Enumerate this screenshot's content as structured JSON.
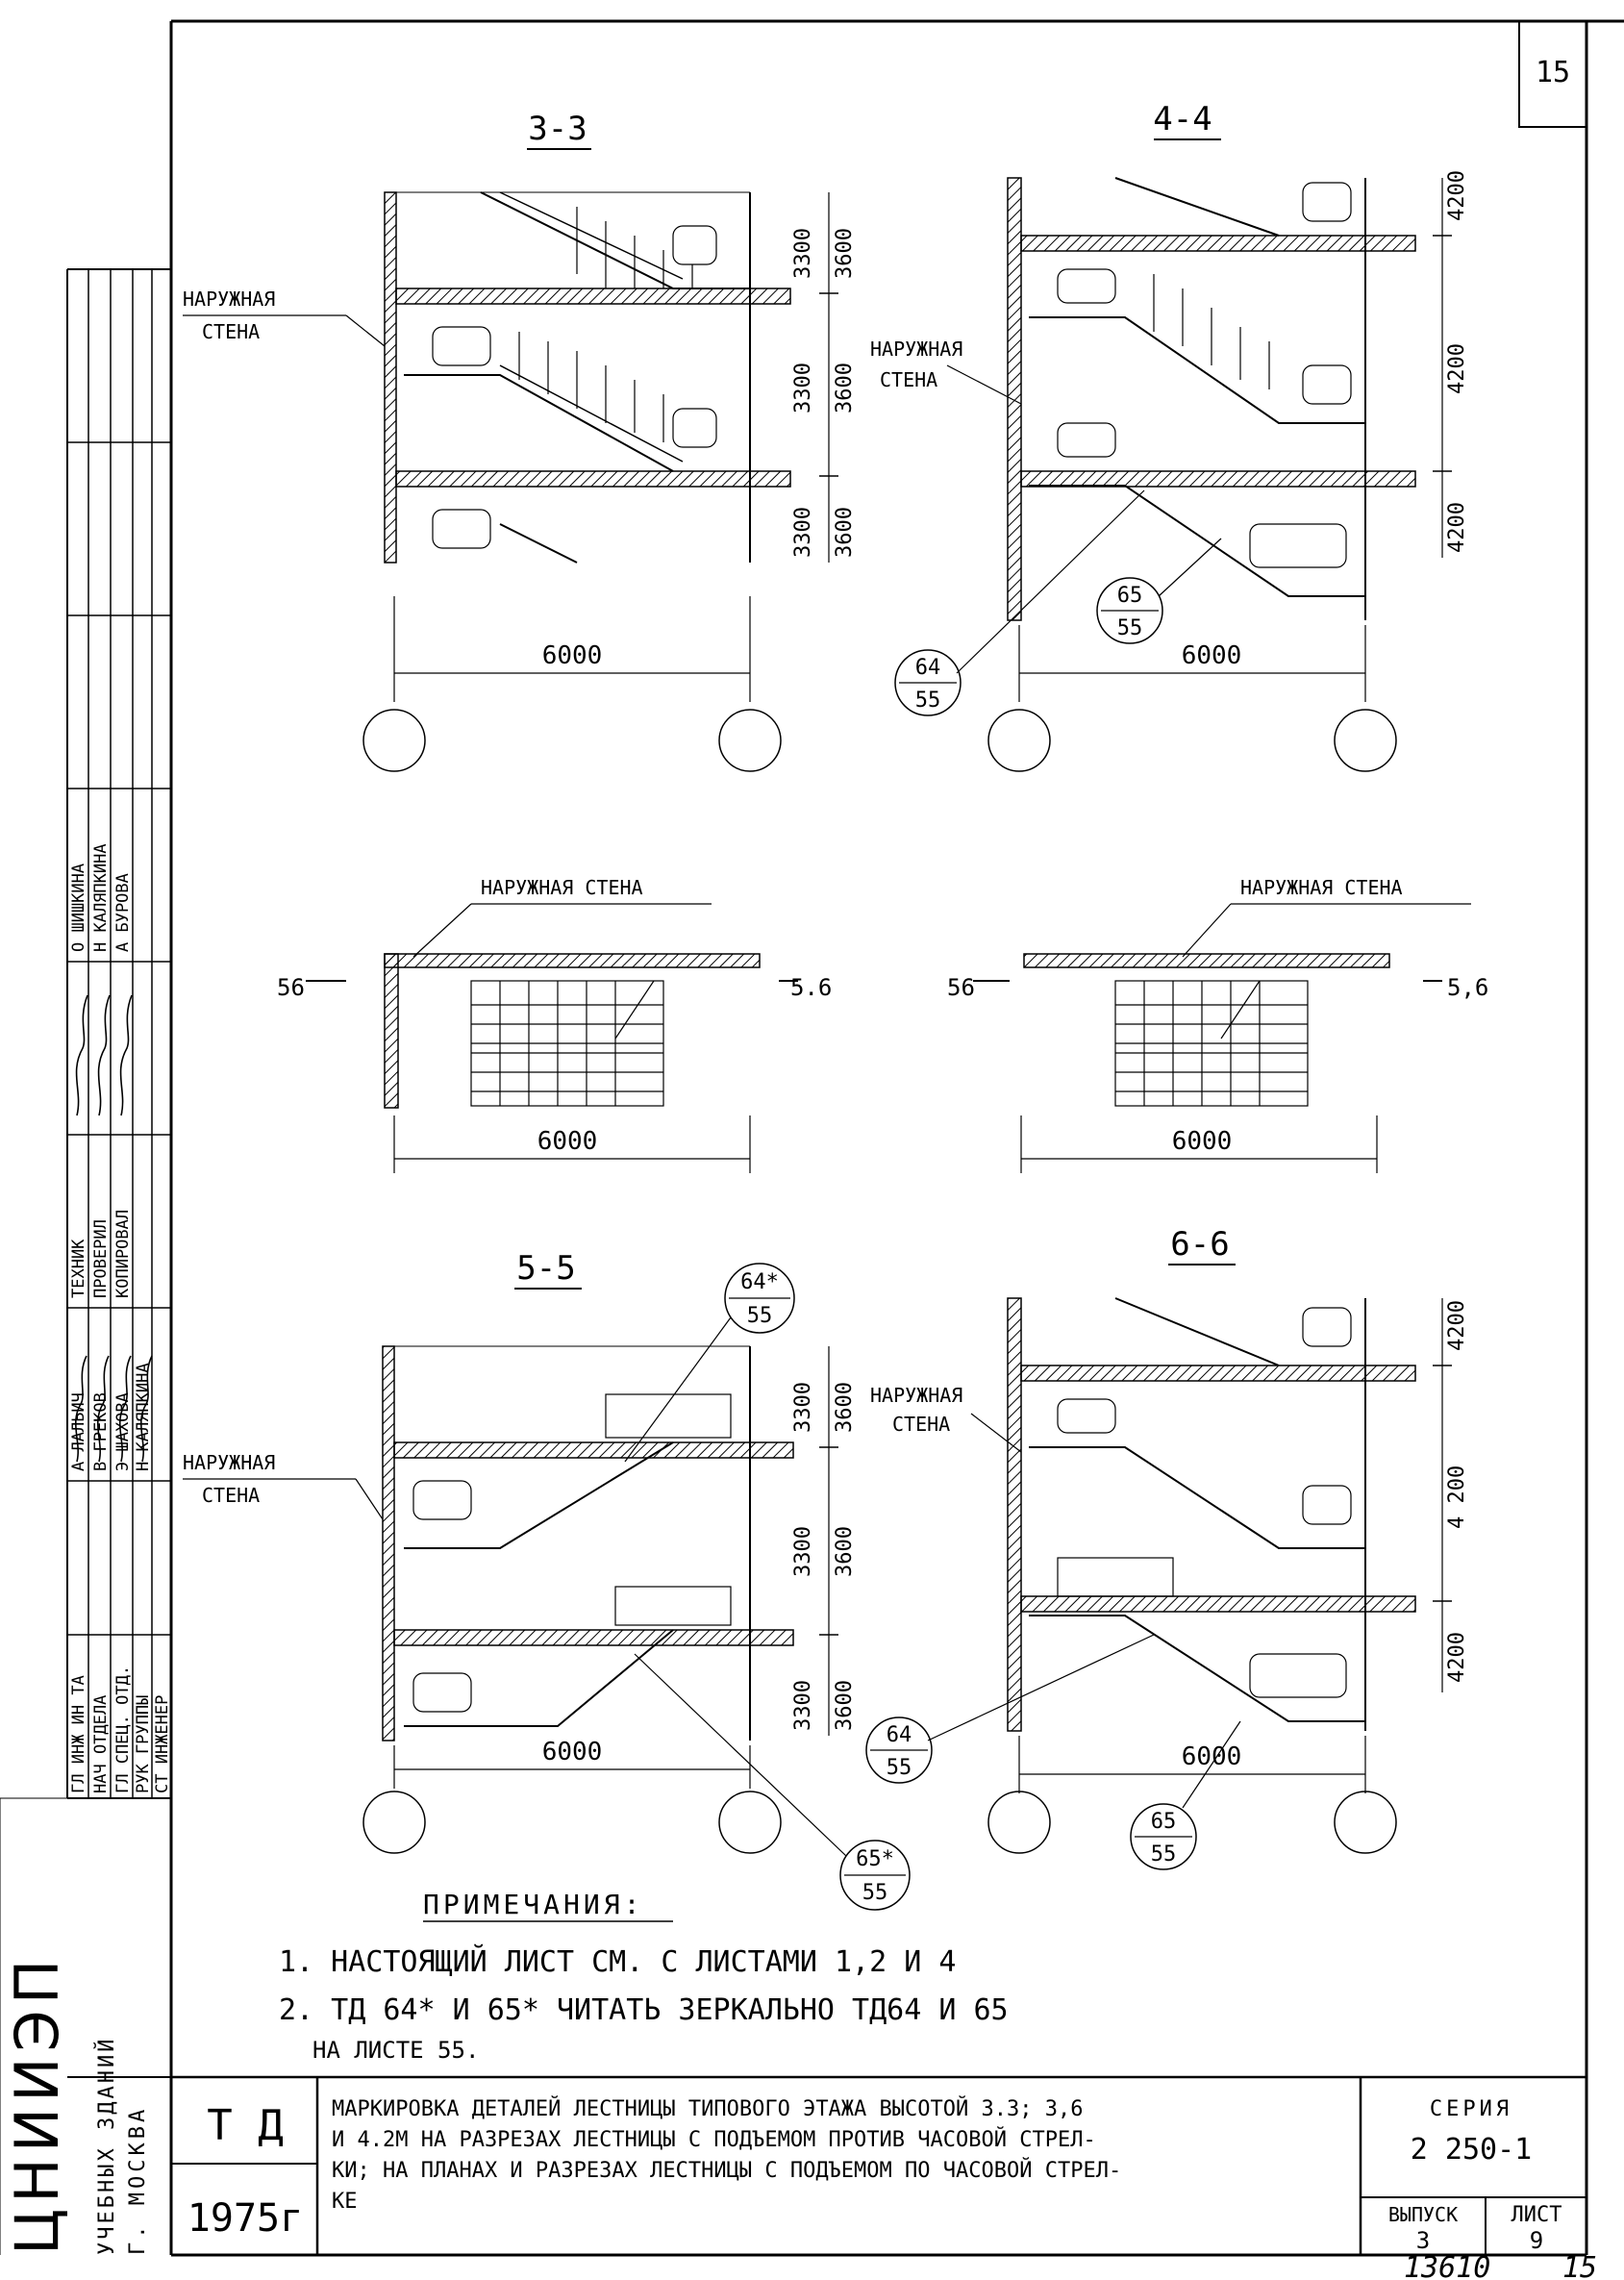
{
  "sheet": {
    "page_number": "15"
  },
  "sections": {
    "s33": {
      "title": "3-3",
      "label_wall": "НАРУЖНАЯ СТЕНА",
      "dims_a": "3300",
      "dims_b": "3600",
      "width": "6000"
    },
    "s44": {
      "title": "4-4",
      "label_wall": "НАРУЖНАЯ СТЕНА",
      "dim_top": "4200",
      "dim_mid": "4200",
      "dim_bot": "4200",
      "width": "6000",
      "callout_a_top": "65",
      "callout_a_bot": "55",
      "callout_b_top": "64",
      "callout_b_bot": "55"
    },
    "plan_left": {
      "label_wall": "НАРУЖНАЯ СТЕНА",
      "cut_left": "56",
      "cut_right": "5.6",
      "width": "6000"
    },
    "plan_right": {
      "label_wall": "НАРУЖНАЯ СТЕНА",
      "cut_left": "56",
      "cut_right": "5,6",
      "width": "6000"
    },
    "s55": {
      "title": "5-5",
      "label_wall": "НАРУЖНАЯ СТЕНА",
      "dims_a": "3300",
      "dims_b": "3600",
      "width": "6000",
      "callout_a_top": "64*",
      "callout_a_bot": "55",
      "callout_b_top": "65*",
      "callout_b_bot": "55"
    },
    "s66": {
      "title": "6-6",
      "label_wall": "НАРУЖНАЯ СТЕНА",
      "dim_top": "4200",
      "dim_mid": "4 200",
      "dim_bot": "4200",
      "width": "6000",
      "callout_a_top": "64",
      "callout_a_bot": "55",
      "callout_b_top": "65",
      "callout_b_bot": "55"
    }
  },
  "notes": {
    "heading": "ПРИМЕЧАНИЯ:",
    "items": [
      "1. НАСТОЯЩИЙ ЛИСТ СМ. С ЛИСТАМИ 1,2 И 4",
      "2. ТД 64* И 65* ЧИТАТЬ ЗЕРКАЛЬНО ТД64 И 65",
      "НА ЛИСТЕ 55."
    ]
  },
  "stamp": {
    "org_name": "ЦНИИЭП",
    "org_sub1": "УЧЕБНЫХ ЗДАНИЙ",
    "org_sub2": "Г. МОСКВА",
    "roles": [
      "ГЛ ИНЖ ИН ТА",
      "НАЧ ОТДЕЛА",
      "ГЛ СПЕЦ. ОТД.",
      "РУК ГРУППЫ",
      "СТ ИНЖЕНЕР"
    ],
    "names": [
      "А ЛАЛЬИЧ",
      "В ГРЕКОВ",
      "Э ШАХОВА",
      "Н КАЛЯПКИНА"
    ],
    "roles2": [
      "ТЕХНИК",
      "ПРОВЕРИЛ",
      "КОПИРОВАЛ"
    ],
    "names2": [
      "О ШИШКИНА",
      "Н КАЛЯПКИНА",
      "А БУРОВА"
    ],
    "doc_type": "Т Д",
    "year": "1975г",
    "description_lines": [
      "МАРКИРОВКА ДЕТАЛЕЙ ЛЕСТНИЦЫ ТИПОВОГО ЭТАЖА ВЫСОТОЙ 3.3; 3,6",
      "И 4.2М НА РАЗРЕЗАХ ЛЕСТНИЦЫ С ПОДЪЕМОМ ПРОТИВ ЧАСОВОЙ СТРЕЛ-",
      "КИ; НА ПЛАНАХ И РАЗРЕЗАХ ЛЕСТНИЦЫ С ПОДЪЕМОМ ПО ЧАСОВОЙ СТРЕЛ-",
      "КЕ"
    ],
    "series_label": "СЕРИЯ",
    "series_value": "2 250-1",
    "issue_label": "ВЫПУСК",
    "issue_value": "3",
    "sheet_label": "ЛИСТ",
    "sheet_value": "9",
    "inventory": "13610",
    "inventory_page": "15"
  }
}
